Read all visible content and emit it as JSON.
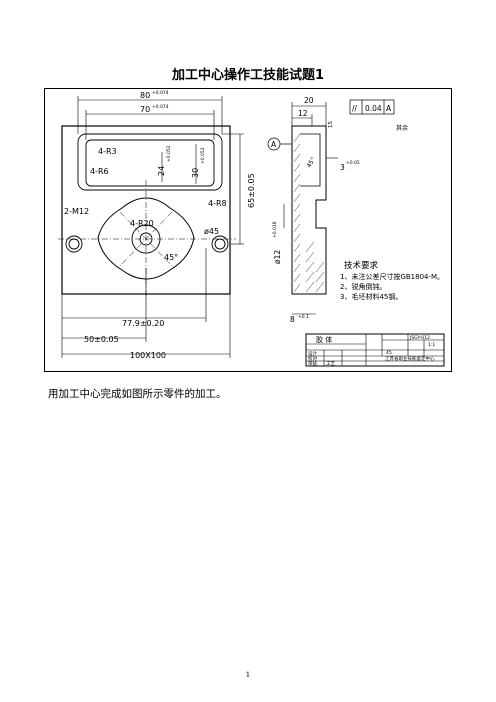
{
  "document": {
    "title": "加工中心操作工技能试题1",
    "caption": "用加工中心完成如图所示零件的加工。",
    "page_number": "1"
  },
  "drawing": {
    "dim_top_outer": "80",
    "dim_top_outer_tol": "+0.074",
    "dim_top_inner": "70",
    "dim_top_inner_tol": "+0.074",
    "corner_r3": "4-R3",
    "corner_r6": "4-R6",
    "pocket_h1": "24",
    "pocket_h1_tol": "+0.052",
    "pocket_h2": "30",
    "pocket_h2_tol": "+0.052",
    "thread": "2-M12",
    "hole_r20": "4-R20",
    "hole_r8": "4-R8",
    "bore": "ø45",
    "angle": "45°",
    "dim_779": "77.9±0.20",
    "dim_50": "50±0.05",
    "dim_100": "100X100",
    "dim_65": "65±0.05",
    "datum": "A",
    "side_w20": "20",
    "side_w12": "12",
    "side_d15": "15",
    "side_d3": "3",
    "side_d3_tol": "+0.05",
    "side_d8": "8",
    "side_d8_tol": "+0.1",
    "side_phi12": "ø12",
    "side_phi12_tol": "+0.018",
    "side_angle": "45°",
    "flatness_symbol": "//",
    "flatness_value": "0.04",
    "flatness_datum": "A",
    "other_rough": "其余",
    "tech_title": "技术要求",
    "tech_1": "1、未注公差尺寸按GB1804-M。",
    "tech_2": "2、锐角倒钝。",
    "tech_3": "3、毛坯材料45钢。",
    "tb_name": "胶  体",
    "tb_drawing_no": "JSGY-012",
    "tb_scale": "1:1",
    "tb_material": "45",
    "tb_org": "江苏省职业技能鉴定中心",
    "tb_row1": "设计",
    "tb_row2": "校对",
    "tb_row3": "审核",
    "tb_row4": "工艺"
  }
}
